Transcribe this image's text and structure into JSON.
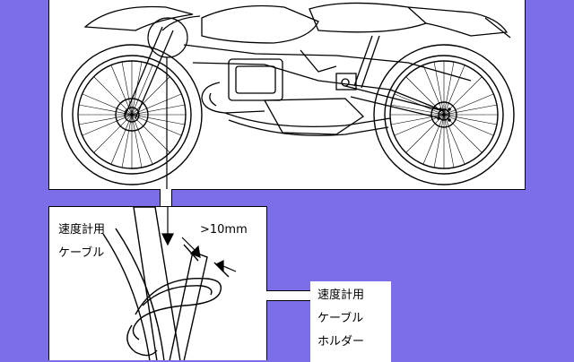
{
  "labels": {
    "speedometer_cable_line1": "速度計用",
    "speedometer_cable_line2": "ケーブル",
    "clearance": ">10mm",
    "cable_holder_line1": "速度計用",
    "cable_holder_line2": "ケーブル",
    "cable_holder_line3": "ホルダー"
  },
  "colors": {
    "background": "#7b6ee8",
    "panel": "#ffffff",
    "stroke": "#000000"
  }
}
